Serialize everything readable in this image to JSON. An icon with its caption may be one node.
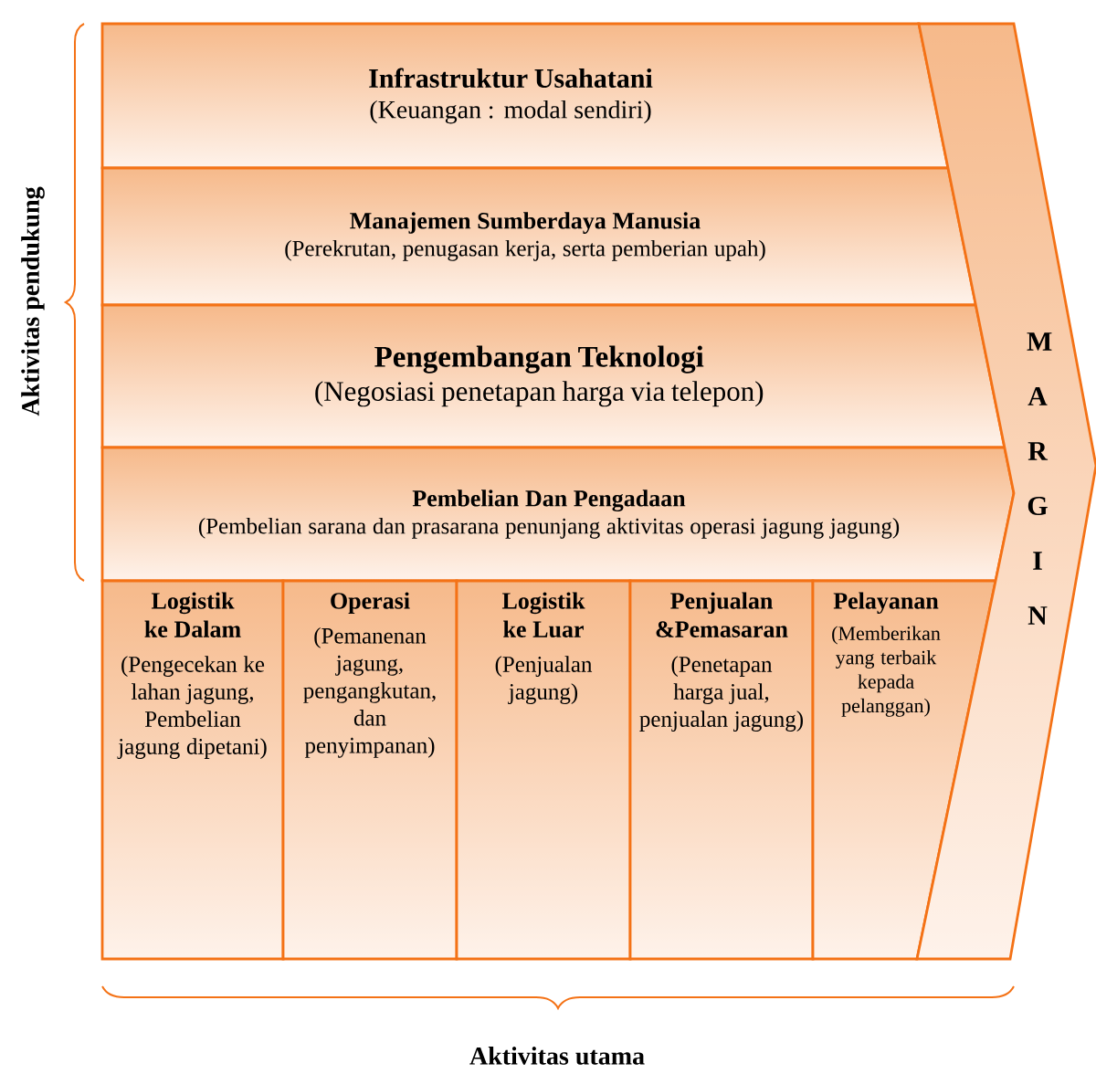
{
  "diagram": {
    "nodes": [
      {
        "text": [
          "Infrastruktur Usahatani",
          "(Keuangan : modal sendiri)"
        ]
      },
      {
        "text": [
          "Manajemen Sumberdaya Manusia",
          "(Perekrutan, penugasan kerja, serta pemberian upah)"
        ]
      },
      {
        "text": [
          "Pengembangan Teknologi",
          "(Negosiasi penetapan harga via telepon)"
        ]
      },
      {
        "text": [
          "Pembelian Dan Pengadaan",
          "(Pembelian sarana dan prasarana penunjang aktivitas operasi jagung jagung)"
        ]
      },
      {
        "text": [
          "Logistik ke Dalam",
          "(Pengecekan ke lahan jagung, Pembelian jagung dipetani)"
        ]
      },
      {
        "text": [
          "Operasi",
          "(Pemanenan jagung, pengangkutan, dan penyimpanan)"
        ]
      },
      {
        "text": [
          "Logistik ke Luar",
          "(Penjualan jagung)"
        ]
      },
      {
        "text": [
          "Penjualan &Pemasaran",
          "(Penetapan harga jual, penjualan jagung)"
        ]
      },
      {
        "text": [
          "Pelayanan",
          "(Memberikan yang terbaik kepada pelanggan)"
        ]
      },
      {
        "text": [
          "MARGIN"
        ]
      }
    ],
    "labels": [
      "Aktivitas pendukung",
      "Aktivitas utama"
    ]
  }
}
